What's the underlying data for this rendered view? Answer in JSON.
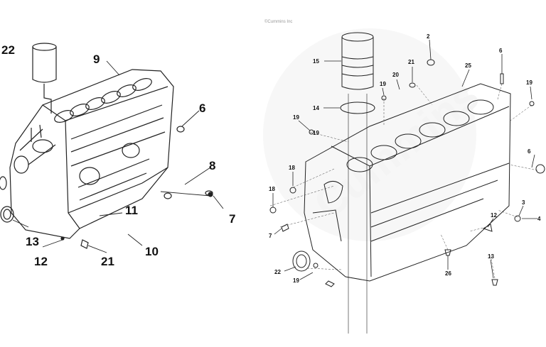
{
  "left_diagram": {
    "callouts": [
      "22",
      "9",
      "6",
      "8",
      "7",
      "11",
      "10",
      "13",
      "12",
      "21"
    ]
  },
  "right_diagram": {
    "copyright": "©Cummins Inc",
    "watermark": "Cummins",
    "callouts": [
      "2",
      "21",
      "20",
      "15",
      "25",
      "19",
      "19",
      "14",
      "19",
      "18",
      "18",
      "7",
      "22",
      "19",
      "26",
      "13",
      "12",
      "3",
      "6",
      "4",
      "6",
      "19"
    ]
  }
}
